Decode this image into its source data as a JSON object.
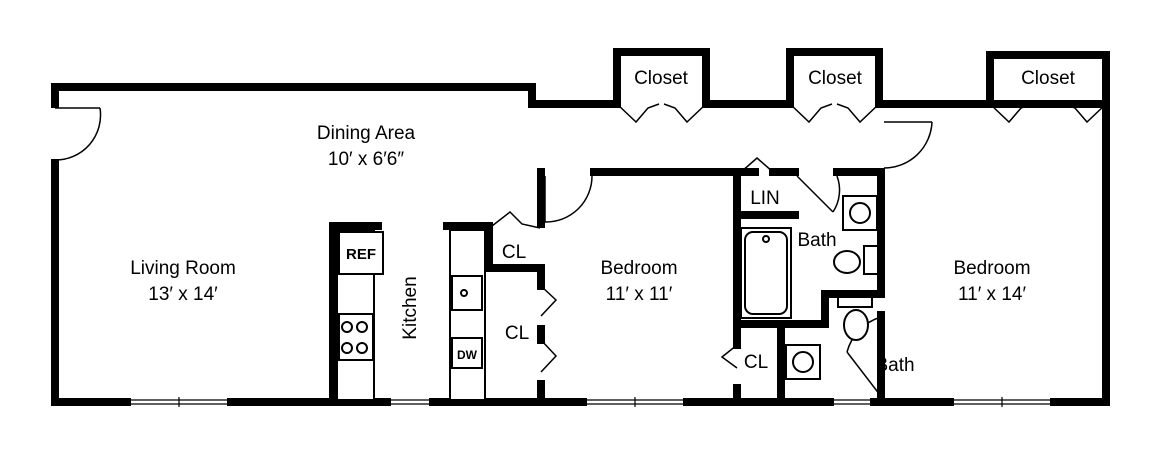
{
  "rooms": {
    "living_room": {
      "name": "Living Room",
      "size": "13′ x 14′"
    },
    "dining_area": {
      "name": "Dining Area",
      "size": "10′ x 6′6″"
    },
    "kitchen": {
      "name": "Kitchen"
    },
    "bedroom_1": {
      "name": "Bedroom",
      "size": "11′ x 11′"
    },
    "bedroom_2": {
      "name": "Bedroom",
      "size": "11′ x 14′"
    },
    "bath_1": {
      "name": "Bath"
    },
    "bath_2": {
      "name": "Bath"
    }
  },
  "closets": {
    "closet_1": "Closet",
    "closet_2": "Closet",
    "closet_3": "Closet",
    "cl_1": "CL",
    "cl_2": "CL",
    "cl_3": "CL",
    "lin": "LIN"
  },
  "fixtures": {
    "ref": "REF",
    "dw": "DW"
  }
}
